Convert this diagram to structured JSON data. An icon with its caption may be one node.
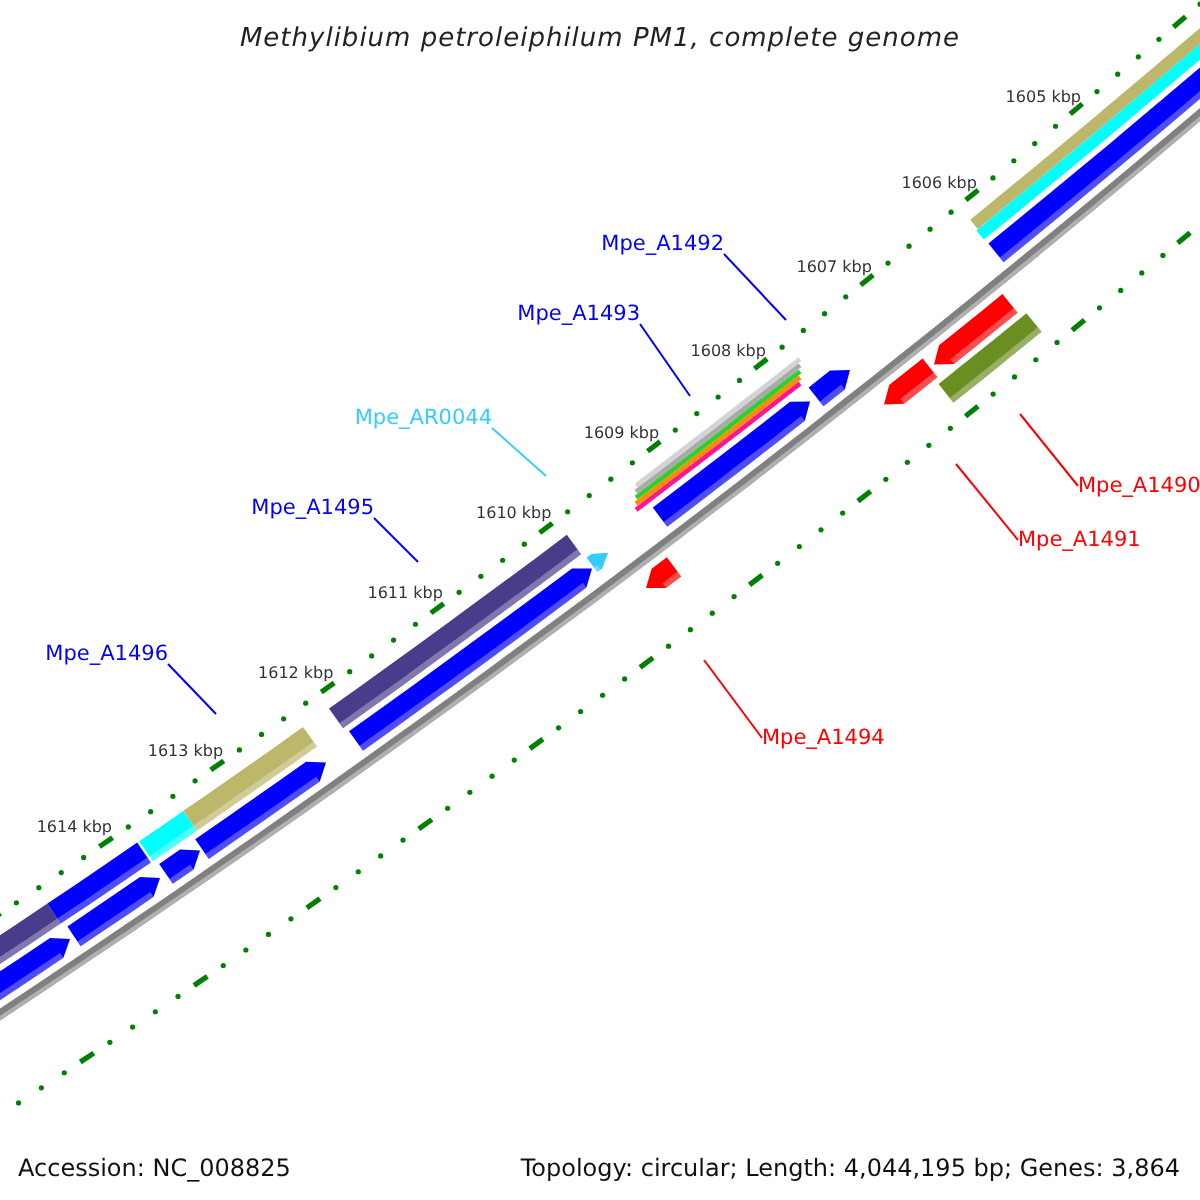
{
  "diagram": {
    "title": "Methylibium petroleiphilum PM1, complete genome",
    "nodes": [
      {
        "text": [
          "Mpe_A1492"
        ]
      },
      {
        "text": [
          "Mpe_A1493"
        ]
      },
      {
        "text": [
          "Mpe_AR0044"
        ]
      },
      {
        "text": [
          "Mpe_A1490"
        ]
      },
      {
        "text": [
          "Mpe_A1495"
        ]
      },
      {
        "text": [
          "Mpe_A1491"
        ]
      },
      {
        "text": [
          "Mpe_A1496"
        ]
      },
      {
        "text": [
          "Mpe_A1494"
        ]
      }
    ],
    "edges": [
      {
        "from": 0,
        "to": null,
        "arrow": "none"
      },
      {
        "from": 1,
        "to": null,
        "arrow": "none"
      },
      {
        "from": 2,
        "to": null,
        "arrow": "none",
        "color": "#33ccff"
      },
      {
        "from": 3,
        "to": null,
        "arrow": "none",
        "color": "#ff0000"
      },
      {
        "from": 4,
        "to": null,
        "arrow": "none"
      },
      {
        "from": 5,
        "to": null,
        "arrow": "none",
        "color": "#ff0000"
      },
      {
        "from": 6,
        "to": null,
        "arrow": "none"
      },
      {
        "from": 7,
        "to": null,
        "arrow": "none",
        "color": "#ff0000"
      }
    ],
    "labels": [
      "1605 kbp",
      "1606 kbp",
      "1607 kbp",
      "1608 kbp",
      "1609 kbp",
      "1610 kbp",
      "1611 kbp",
      "1612 kbp",
      "1613 kbp",
      "1614 kbp",
      "Accession: NC_008825",
      "Topology: circular; Length: 4,044,195 bp; Genes: 3,864"
    ]
  }
}
